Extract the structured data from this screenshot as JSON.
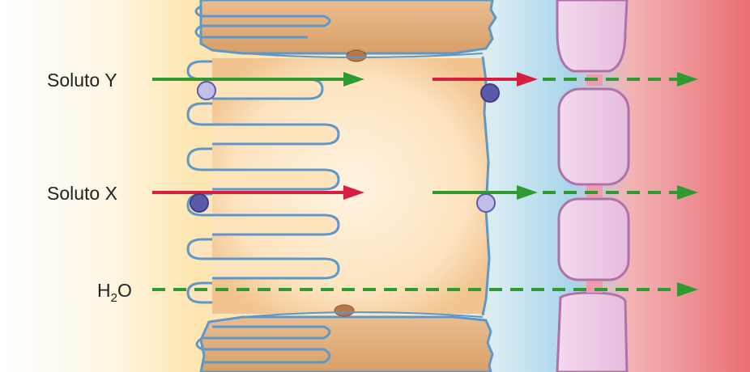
{
  "labels": {
    "soluto_y": "Soluto  Y",
    "soluto_x": "Soluto  X",
    "h2o_main": "H",
    "h2o_sub": "2",
    "h2o_tail": "O"
  },
  "colors": {
    "left_lumen": "#fde6b0",
    "cell_cytoplasm": "#fde8c8",
    "cell_dark": "#e5b483",
    "membrane": "#5e98c8",
    "interstitium": "#a8d5ea",
    "blood": "#ec7a7e",
    "endothelial": "#ecc8e3",
    "endothelial_border": "#b170a8",
    "green_arrow": "#2f9a2f",
    "red_arrow": "#d81e3e",
    "carrier_light": "#c2bde9",
    "carrier_dark": "#5b5aa8",
    "tight_junction": "#b7774a"
  },
  "icons": [
    "arrow-right-icon",
    "dashed-arrow-right-icon",
    "carrier-protein-icon",
    "tight-junction-icon"
  ]
}
